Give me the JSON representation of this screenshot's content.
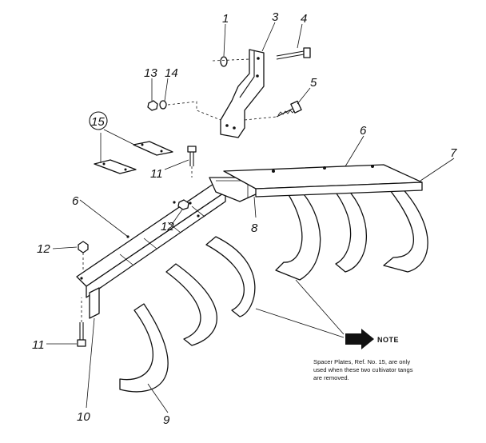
{
  "callouts": {
    "c1": "1",
    "c3": "3",
    "c4": "4",
    "c5": "5",
    "c6a": "6",
    "c6b": "6",
    "c7": "7",
    "c8": "8",
    "c9": "9",
    "c10": "10",
    "c11a": "11",
    "c11b": "11",
    "c12a": "12",
    "c12b": "12",
    "c13": "13",
    "c14": "14",
    "c15": "15"
  },
  "note": {
    "title": "NOTE",
    "line1": "Spacer Plates, Ref. No. 15, are only",
    "line2": "used when these two cultivator tangs",
    "line3": "are removed."
  }
}
